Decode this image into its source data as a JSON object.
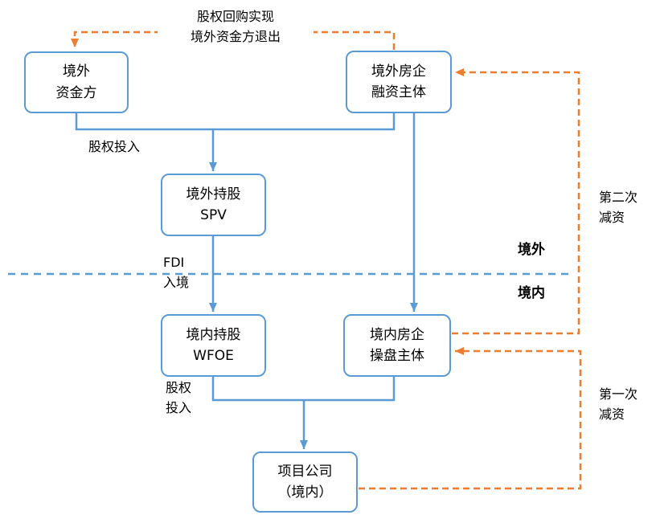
{
  "colors": {
    "node_border": "#5B9BD5",
    "blue_line": "#5B9BD5",
    "orange_line": "#ED7D31"
  },
  "nodes": {
    "offshore_capital": {
      "label": "境外\n资金方"
    },
    "offshore_developer": {
      "label": "境外房企\n融资主体"
    },
    "offshore_spv": {
      "label": "境外持股\nSPV"
    },
    "onshore_wfoe": {
      "label": "境内持股\nWFOE"
    },
    "onshore_operator": {
      "label": "境内房企\n操盘主体"
    },
    "project_company": {
      "label": "项目公司\n（境内）"
    }
  },
  "labels": {
    "buyback_exit": "股权回购实现\n境外资金方退出",
    "equity_investment_top": "股权投入",
    "fdi_entry": "FDI\n入境",
    "offshore_region": "境外",
    "onshore_region": "境内",
    "second_capital_reduction": "第二次\n减资",
    "first_capital_reduction": "第一次\n减资",
    "equity_investment_bottom": "股权\n投入"
  }
}
